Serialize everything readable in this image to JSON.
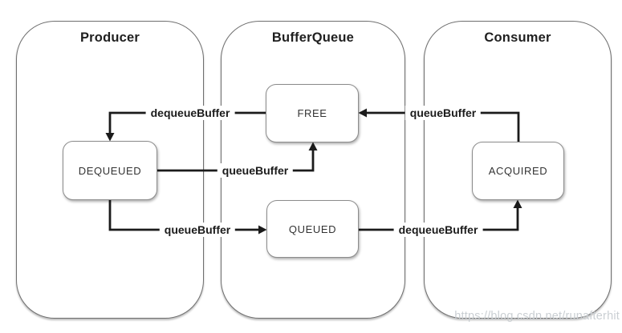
{
  "diagram": {
    "lanes": [
      {
        "id": "producer",
        "title": "Producer"
      },
      {
        "id": "bufferqueue",
        "title": "BufferQueue"
      },
      {
        "id": "consumer",
        "title": "Consumer"
      }
    ],
    "states": [
      {
        "id": "dequeued",
        "label": "DEQUEUED",
        "lane": "Producer"
      },
      {
        "id": "free",
        "label": "FREE",
        "lane": "BufferQueue"
      },
      {
        "id": "queued",
        "label": "QUEUED",
        "lane": "BufferQueue"
      },
      {
        "id": "acquired",
        "label": "ACQUIRED",
        "lane": "Consumer"
      }
    ],
    "edges": [
      {
        "id": "free-to-dequeued",
        "label": "dequeueBuffer",
        "from": "FREE",
        "to": "DEQUEUED"
      },
      {
        "id": "acquired-to-free",
        "label": "queueBuffer",
        "from": "ACQUIRED",
        "to": "FREE"
      },
      {
        "id": "dequeued-to-free",
        "label": "queueBuffer",
        "from": "DEQUEUED",
        "to": "FREE"
      },
      {
        "id": "dequeued-to-queued",
        "label": "queueBuffer",
        "from": "DEQUEUED",
        "to": "QUEUED"
      },
      {
        "id": "queued-to-acquired",
        "label": "dequeueBuffer",
        "from": "QUEUED",
        "to": "ACQUIRED"
      }
    ],
    "watermark": "https://blog.csdn.net/runafterhit",
    "colors": {
      "line": "#1b1b1b",
      "lane_border": "#6f6f6f",
      "state_border": "#8c8c8c",
      "title_text": "#1f1f1f",
      "state_text": "#333333",
      "watermark": "#c8cdd1",
      "background": "#ffffff"
    }
  }
}
